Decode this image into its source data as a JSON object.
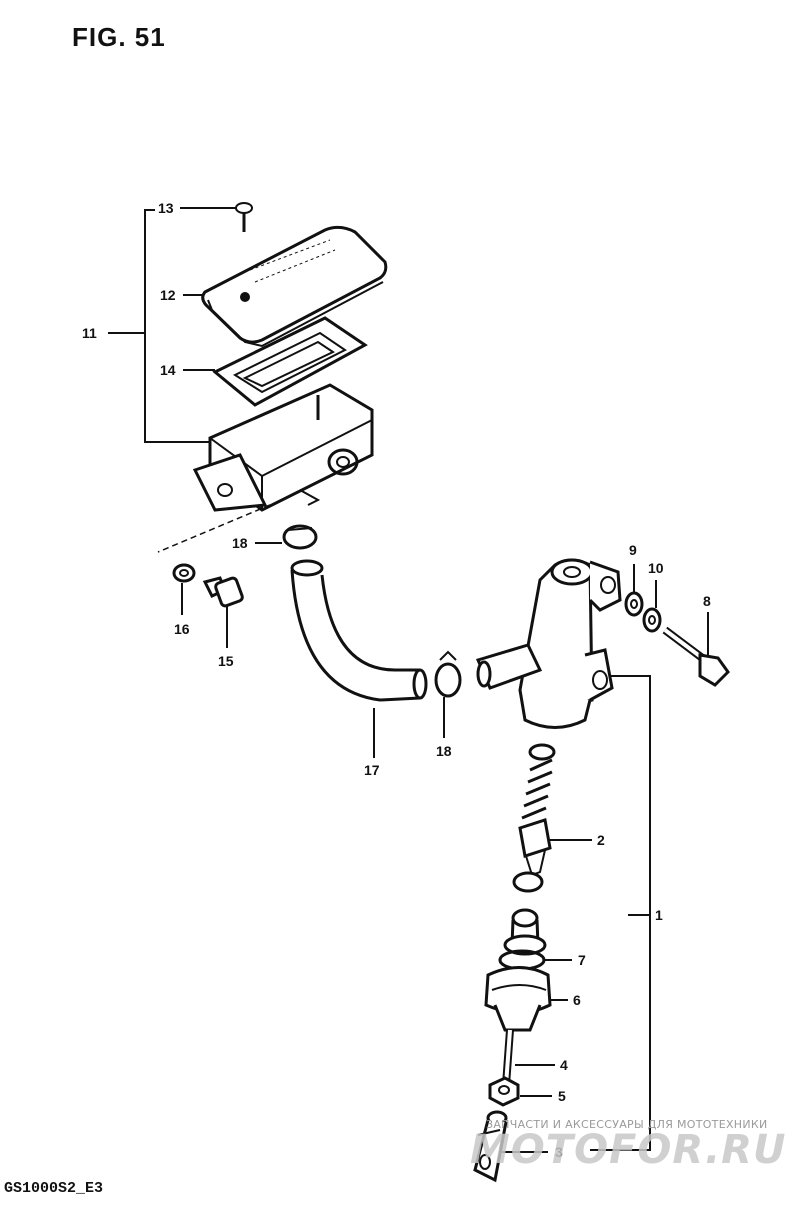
{
  "figure": {
    "title": "FIG. 51",
    "code": "GS1000S2_E3"
  },
  "labels": {
    "p1": "1",
    "p2": "2",
    "p3": "3",
    "p4": "4",
    "p5": "5",
    "p6": "6",
    "p7": "7",
    "p8": "8",
    "p9": "9",
    "p10": "10",
    "p11": "11",
    "p12": "12",
    "p13": "13",
    "p14": "14",
    "p15": "15",
    "p16": "16",
    "p17": "17",
    "p18a": "18",
    "p18b": "18"
  },
  "watermark": {
    "subtitle": "ЗАПЧАСТИ И АКСЕССУАРЫ ДЛЯ МОТОТЕХНИКИ",
    "brand": "MOTOFOR.RU"
  }
}
